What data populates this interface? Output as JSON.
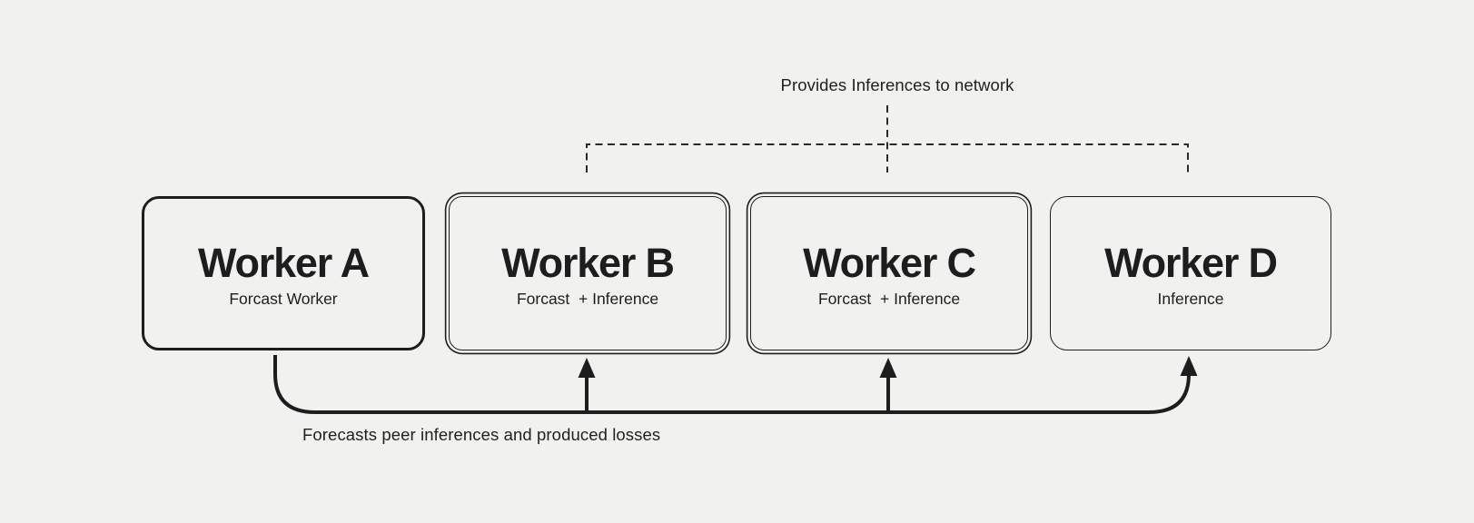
{
  "canvas": {
    "background_color": "#f1f1ef",
    "ink_color": "#1d1d1d"
  },
  "labels": {
    "provides": "Provides Inferences to network",
    "feedback": "Forecasts peer inferences and produced losses"
  },
  "workers": [
    {
      "title": "Worker A",
      "subtitle": "Forcast Worker",
      "border_style": "single-thick"
    },
    {
      "title": "Worker B",
      "subtitle": "Forcast  + Inference",
      "border_style": "double"
    },
    {
      "title": "Worker C",
      "subtitle": "Forcast  + Inference",
      "border_style": "double"
    },
    {
      "title": "Worker D",
      "subtitle": "Inference",
      "border_style": "single-thin"
    }
  ],
  "connectors": {
    "provides_style": "dashed",
    "provides_targets": [
      "Worker B",
      "Worker C",
      "Worker D"
    ],
    "feedback_style": "solid-arrows",
    "feedback_source": "Worker A",
    "feedback_targets": [
      "Worker B",
      "Worker C",
      "Worker D"
    ]
  }
}
